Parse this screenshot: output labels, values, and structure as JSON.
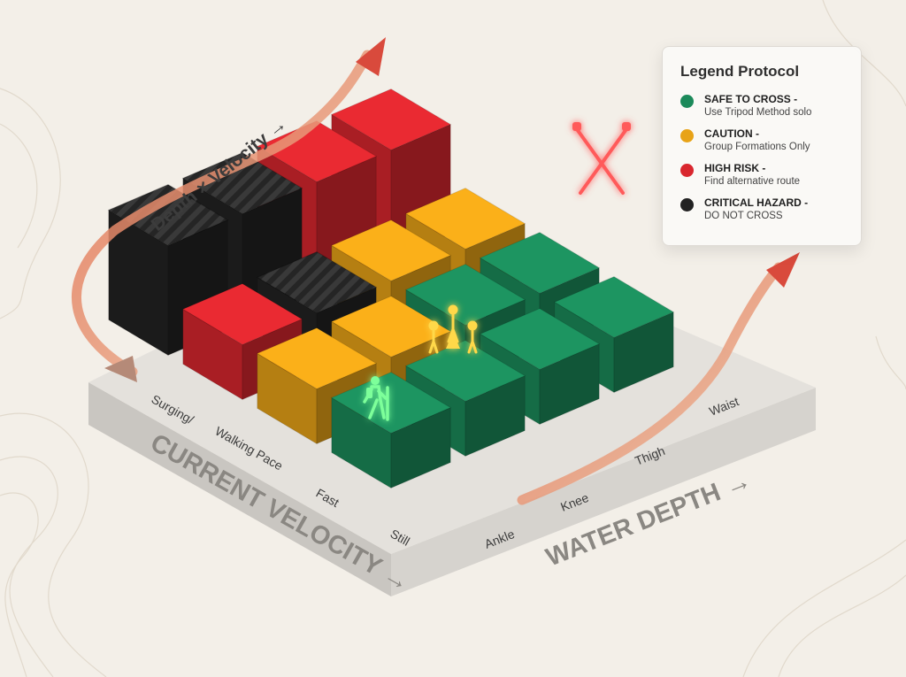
{
  "diagram": {
    "y_axis_label": "Depth × Velocity →",
    "velocity_axis_label": "CURRENT VELOCITY →",
    "depth_axis_label": "WATER DEPTH →",
    "velocity_levels": [
      "Surging/",
      "Walking Pace",
      "Fast",
      "Still"
    ],
    "depth_levels": [
      "Ankle",
      "Knee",
      "Thigh",
      "Waist"
    ]
  },
  "legend": {
    "title": "Legend Protocol",
    "items": [
      {
        "name": "safe",
        "label": "SAFE TO CROSS -",
        "desc": "Use Tripod Method solo",
        "color": "#1b8a5a"
      },
      {
        "name": "caution",
        "label": "CAUTION -",
        "desc": "Group Formations Only",
        "color": "#e8a317"
      },
      {
        "name": "high-risk",
        "label": "HIGH RISK -",
        "desc": "Find alternative route",
        "color": "#d9272e"
      },
      {
        "name": "critical",
        "label": "CRITICAL HAZARD -",
        "desc": "DO NOT CROSS",
        "color": "#222222"
      }
    ]
  },
  "grid": [
    [
      "safe",
      "safe",
      "safe",
      "safe"
    ],
    [
      "caution",
      "caution",
      "safe",
      "safe"
    ],
    [
      "high-risk",
      "critical",
      "caution",
      "caution"
    ],
    [
      "critical",
      "critical",
      "high-risk",
      "high-risk"
    ]
  ],
  "heights": [
    [
      1,
      1,
      1,
      1
    ],
    [
      1,
      1,
      1,
      1
    ],
    [
      1,
      1,
      1,
      1
    ],
    [
      2,
      2,
      2,
      2
    ]
  ],
  "icons": {
    "hiker-icon": "safe",
    "hiker-group-icon": "caution",
    "crossed-poles-icon": "critical"
  },
  "colors": {
    "background": "#f3efe8",
    "arrow": "#d94a3c"
  }
}
